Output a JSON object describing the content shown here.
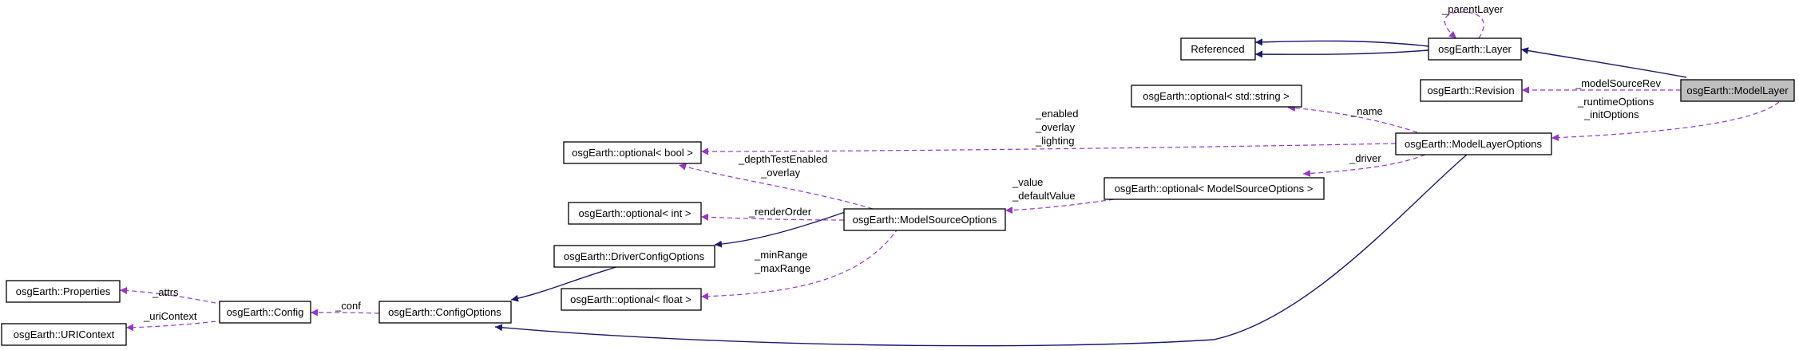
{
  "nodes": {
    "model_layer": "osgEarth::ModelLayer",
    "layer": "osgEarth::Layer",
    "referenced": "Referenced",
    "revision": "osgEarth::Revision",
    "optional_string": "osgEarth::optional< std::string >",
    "model_layer_options": "osgEarth::ModelLayerOptions",
    "optional_bool": "osgEarth::optional< bool >",
    "optional_model_source_options": "osgEarth::optional< ModelSourceOptions >",
    "optional_int": "osgEarth::optional< int >",
    "model_source_options": "osgEarth::ModelSourceOptions",
    "driver_config_options": "osgEarth::DriverConfigOptions",
    "optional_float": "osgEarth::optional< float >",
    "properties": "osgEarth::Properties",
    "config": "osgEarth::Config",
    "config_options": "osgEarth::ConfigOptions",
    "uri_context": "osgEarth::URIContext"
  },
  "edge_labels": {
    "parent_layer": "_parentLayer",
    "model_source_rev": "_modelSourceRev",
    "runtime_options": "_runtimeOptions",
    "init_options": "_initOptions",
    "name": "_name",
    "enabled": "_enabled",
    "overlay_a": "_overlay",
    "lighting": "_lighting",
    "depth_test_enabled": "_depthTestEnabled",
    "overlay_b": "_overlay",
    "driver": "_driver",
    "value": "_value",
    "default_value": "_defaultValue",
    "render_order": "_renderOrder",
    "min_range": "_minRange",
    "max_range": "_maxRange",
    "conf": "_conf",
    "attrs": "_attrs",
    "uri_context": "_uriContext"
  },
  "colors": {
    "inheritance_edge": "#191970",
    "usage_edge": "#9a32cd",
    "focus_node_fill": "#bfbfbf"
  }
}
